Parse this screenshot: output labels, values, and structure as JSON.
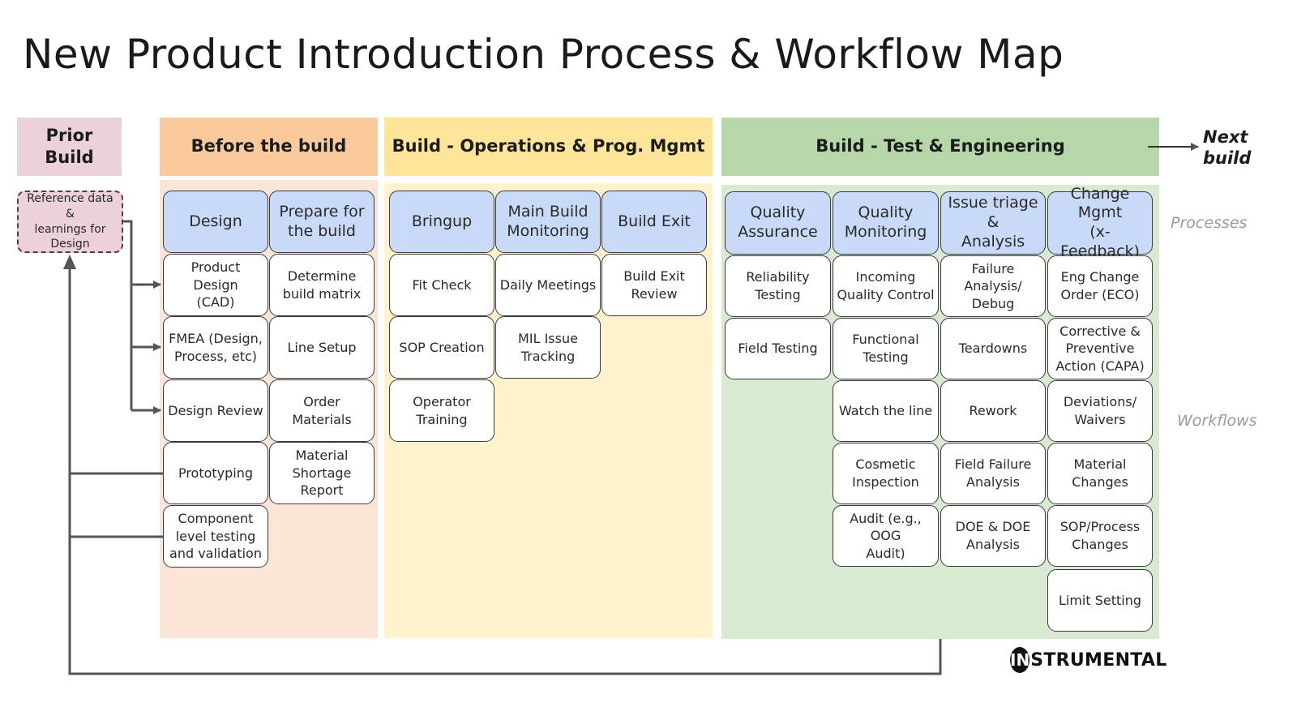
{
  "title": "New Product Introduction Process & Workflow Map",
  "headers": {
    "prior": "Prior\nBuild",
    "before": "Before the build",
    "ops": "Build - Operations & Prog. Mgmt",
    "test": "Build - Test & Engineering",
    "next": "Next\nbuild"
  },
  "reference": "Reference data &\nlearnings for\nDesign",
  "side_labels": {
    "processes": "Processes",
    "workflows": "Workflows"
  },
  "columns": {
    "design": {
      "process": "Design",
      "items": [
        "Product Design\n(CAD)",
        "FMEA (Design,\nProcess, etc)",
        "Design Review",
        "Prototyping",
        "Component\nlevel testing\nand validation"
      ]
    },
    "prepare": {
      "process": "Prepare for\nthe build",
      "items": [
        "Determine\nbuild matrix",
        "Line Setup",
        "Order Materials",
        "Material\nShortage\nReport"
      ]
    },
    "bringup": {
      "process": "Bringup",
      "items": [
        "Fit Check",
        "SOP Creation",
        "Operator\nTraining"
      ]
    },
    "monitoring": {
      "process": "Main Build\nMonitoring",
      "items": [
        "Daily Meetings",
        "MIL Issue\nTracking"
      ]
    },
    "exit": {
      "process": "Build Exit",
      "items": [
        "Build Exit\nReview"
      ]
    },
    "qa": {
      "process": "Quality\nAssurance",
      "items": [
        "Reliability\nTesting",
        "Field Testing"
      ]
    },
    "qm": {
      "process": "Quality\nMonitoring",
      "items": [
        "Incoming\nQuality Control",
        "Functional\nTesting",
        "Watch the line",
        "Cosmetic\nInspection",
        "Audit (e.g., OOG\nAudit)"
      ]
    },
    "triage": {
      "process": "Issue triage &\nAnalysis",
      "items": [
        "Failure\nAnalysis/\nDebug",
        "Teardowns",
        "Rework",
        "Field Failure\nAnalysis",
        "DOE & DOE\nAnalysis"
      ]
    },
    "change": {
      "process": "Change\nMgmt\n(x-Feedback)",
      "items": [
        "Eng Change\nOrder (ECO)",
        "Corrective &\nPreventive\nAction (CAPA)",
        "Deviations/\nWaivers",
        "Material\nChanges",
        "SOP/Process\nChanges",
        "Limit Setting"
      ]
    }
  },
  "logo": {
    "mark": "IN",
    "text": "STRUMENTAL"
  },
  "colors": {
    "prior": "#ead1dc",
    "before_hdr": "#f9cb9c",
    "before_bg": "#fbe5d6",
    "ops_hdr": "#ffe599",
    "ops_bg": "#fff2cc",
    "test_hdr": "#b6d7a8",
    "test_bg": "#d9ead3",
    "process": "#c9daf8"
  }
}
